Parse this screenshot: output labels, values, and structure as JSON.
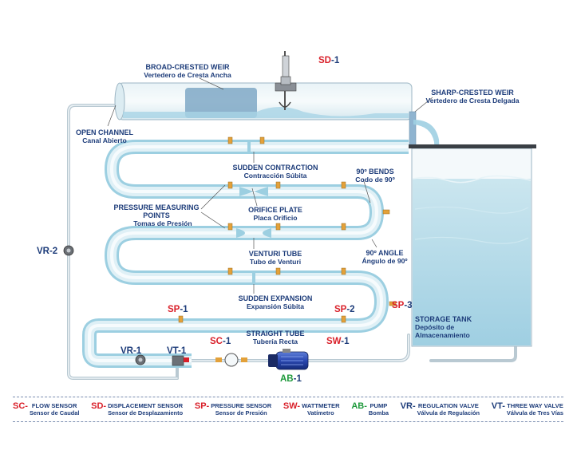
{
  "labels": {
    "broad_weir": {
      "en": "BROAD-CRESTED WEIR",
      "es": "Vertedero de Cresta Ancha"
    },
    "sharp_weir": {
      "en": "SHARP-CRESTED WEIR",
      "es": "Vertedero de Cresta Delgada"
    },
    "open_channel": {
      "en": "OPEN CHANNEL",
      "es": "Canal Abierto"
    },
    "sudden_contraction": {
      "en": "SUDDEN CONTRACTION",
      "es": "Contracción Súbita"
    },
    "bends_90": {
      "en": "90º BENDS",
      "es": "Codo de 90º"
    },
    "pressure_points": {
      "en1": "PRESSURE MEASURING",
      "en2": "POINTS",
      "es": "Tomas de Presión"
    },
    "orifice_plate": {
      "en": "ORIFICE PLATE",
      "es": "Placa Orificio"
    },
    "venturi_tube": {
      "en": "VENTURI TUBE",
      "es": "Tubo de Venturi"
    },
    "angle_90": {
      "en": "90º ANGLE",
      "es": "Ángulo de 90º"
    },
    "sudden_expansion": {
      "en": "SUDDEN EXPANSION",
      "es": "Expansión Súbita"
    },
    "straight_tube": {
      "en": "STRAIGHT TUBE",
      "es": "Tubería Recta"
    },
    "storage_tank": {
      "en": "STORAGE TANK",
      "es1": "Depósito de",
      "es2": "Almacenamiento"
    }
  },
  "tags": {
    "sd1": {
      "code": "SD",
      "num": "-1"
    },
    "vr2": {
      "code": "VR-2"
    },
    "sp1": {
      "code": "SP",
      "num": "-1"
    },
    "sp2": {
      "code": "SP",
      "num": "-2"
    },
    "sp3": {
      "code": "SP",
      "num": "-3"
    },
    "sc1": {
      "code": "SC",
      "num": "-1"
    },
    "sw1": {
      "code": "SW",
      "num": "-1"
    },
    "vr1": {
      "code": "VR-1"
    },
    "vt1": {
      "code": "VT-1"
    },
    "ab1": {
      "code": "AB",
      "num": "-1"
    }
  },
  "legend": [
    {
      "code": "SC-",
      "en": "FLOW SENSOR",
      "es": "Sensor de Caudal",
      "color": "#d9202a"
    },
    {
      "code": "SD-",
      "en": "DISPLACEMENT SENSOR",
      "es": "Sensor de Desplazamiento",
      "color": "#d9202a"
    },
    {
      "code": "SP-",
      "en": "PRESSURE SENSOR",
      "es": "Sensor de Presión",
      "color": "#d9202a"
    },
    {
      "code": "SW-",
      "en": "WATTMETER",
      "es": "Vatímetro",
      "color": "#d9202a"
    },
    {
      "code": "AB-",
      "en": "PUMP",
      "es": "Bomba",
      "color": "#1f9a3c"
    },
    {
      "code": "VR-",
      "en": "REGULATION VALVE",
      "es": "Válvula de Regulación",
      "color": "#1d3c7a"
    },
    {
      "code": "VT-",
      "en": "THREE WAY VALVE",
      "es": "Válvula de Tres Vías",
      "color": "#1d3c7a"
    }
  ],
  "colors": {
    "label": "#1d3c7a",
    "code_red": "#d9202a",
    "code_green": "#1f9a3c",
    "pipe": "#c9e6f0",
    "water": "#a9d4e6"
  }
}
